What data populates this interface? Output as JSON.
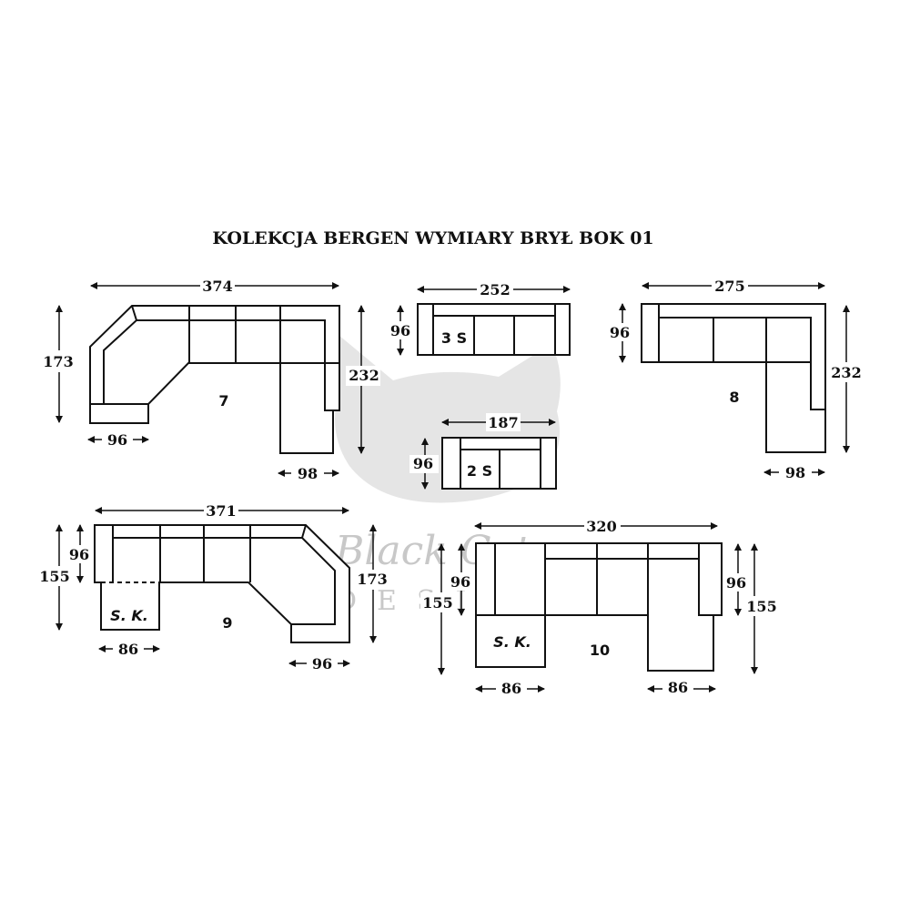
{
  "title": "KOLEKCJA BERGEN WYMIARY BRYŁ BOK 01",
  "watermark": {
    "line1": "Black Cat",
    "line2": "DESIGN",
    "icon": "cat-head-icon"
  },
  "set7": {
    "label": "7",
    "width_top": "374",
    "height_left": "173",
    "height_right": "232",
    "width_left_bottom": "96",
    "width_right_bottom": "98"
  },
  "set3s": {
    "label": "3 S",
    "width": "252",
    "height": "96"
  },
  "set2s": {
    "label": "2 S",
    "width": "187",
    "height": "96"
  },
  "set8": {
    "label": "8",
    "width_top": "275",
    "height_left": "96",
    "height_right": "232",
    "width_bottom": "98"
  },
  "set9": {
    "label": "9",
    "width_top": "371",
    "height_inner": "96",
    "height_left": "155",
    "height_right": "173",
    "width_left_bottom": "86",
    "width_right_bottom": "96",
    "module": "S. K."
  },
  "set10": {
    "label": "10",
    "width_top": "320",
    "height_left_inner": "96",
    "height_left": "155",
    "height_right_inner": "96",
    "height_right": "155",
    "width_left_bottom": "86",
    "width_right_bottom": "86",
    "module": "S. K."
  }
}
